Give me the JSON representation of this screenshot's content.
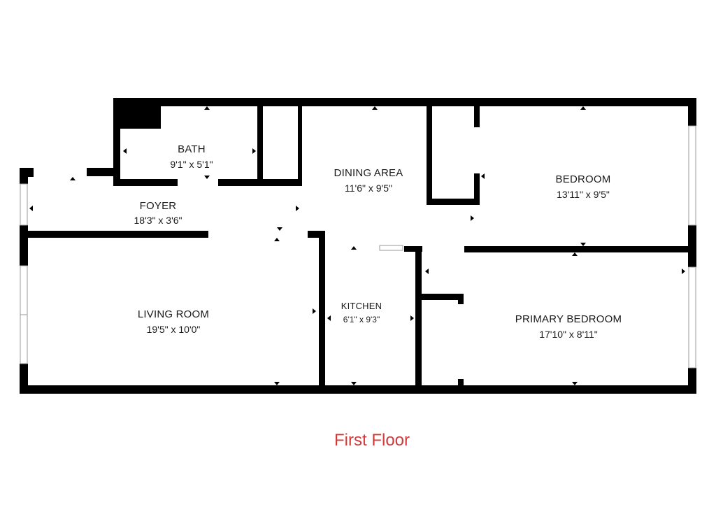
{
  "floor_label": "First Floor",
  "colors": {
    "walls": "#000000",
    "label": "#d23a3a",
    "text": "#1a1a1a"
  },
  "rooms": {
    "bath": {
      "name": "BATH",
      "dims": "9'1\" x 5'1\""
    },
    "dining": {
      "name": "DINING AREA",
      "dims": "11'6\" x 9'5\""
    },
    "bedroom": {
      "name": "BEDROOM",
      "dims": "13'11\" x 9'5\""
    },
    "foyer": {
      "name": "FOYER",
      "dims": "18'3\" x 3'6\""
    },
    "living": {
      "name": "LIVING ROOM",
      "dims": "19'5\" x 10'0\""
    },
    "kitchen": {
      "name": "KITCHEN",
      "dims": "6'1\" x 9'3\""
    },
    "primary": {
      "name": "PRIMARY BEDROOM",
      "dims": "17'10\" x 8'11\""
    }
  }
}
